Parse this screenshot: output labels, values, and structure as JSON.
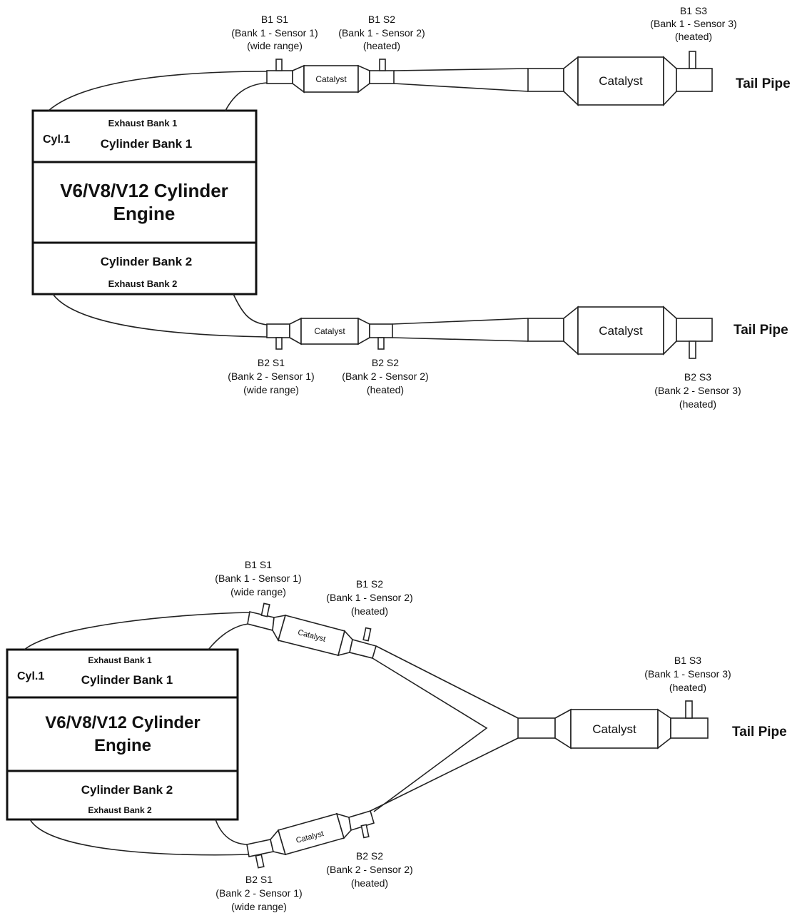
{
  "diagram1": {
    "engine": {
      "exhaust_bank_1": "Exhaust Bank 1",
      "cyl1": "Cyl.1",
      "cylinder_bank_1": "Cylinder Bank 1",
      "title_line1": "V6/V8/V12 Cylinder",
      "title_line2": "Engine",
      "cylinder_bank_2": "Cylinder Bank 2",
      "exhaust_bank_2": "Exhaust Bank 2"
    },
    "catalyst_small": "Catalyst",
    "catalyst_large": "Catalyst",
    "tail_pipe": "Tail Pipe",
    "b1s1": [
      "B1 S1",
      "(Bank 1 - Sensor 1)",
      "(wide range)"
    ],
    "b1s2": [
      "B1 S2",
      "(Bank 1 - Sensor 2)",
      "(heated)"
    ],
    "b1s3": [
      "B1 S3",
      "(Bank 1 - Sensor 3)",
      "(heated)"
    ],
    "b2s1": [
      "B2 S1",
      "(Bank 2 - Sensor 1)",
      "(wide range)"
    ],
    "b2s2": [
      "B2 S2",
      "(Bank 2 - Sensor 2)",
      "(heated)"
    ],
    "b2s3": [
      "B2 S3",
      "(Bank 2 - Sensor 3)",
      "(heated)"
    ]
  },
  "diagram2": {
    "engine": {
      "exhaust_bank_1": "Exhaust Bank 1",
      "cyl1": "Cyl.1",
      "cylinder_bank_1": "Cylinder Bank 1",
      "title_line1": "V6/V8/V12 Cylinder",
      "title_line2": "Engine",
      "cylinder_bank_2": "Cylinder Bank 2",
      "exhaust_bank_2": "Exhaust Bank 2"
    },
    "catalyst_small": "Catalyst",
    "catalyst_large": "Catalyst",
    "tail_pipe": "Tail Pipe",
    "b1s1": [
      "B1 S1",
      "(Bank 1 - Sensor 1)",
      "(wide range)"
    ],
    "b1s2": [
      "B1 S2",
      "(Bank 1 - Sensor 2)",
      "(heated)"
    ],
    "b1s3": [
      "B1 S3",
      "(Bank 1 - Sensor 3)",
      "(heated)"
    ],
    "b2s1": [
      "B2 S1",
      "(Bank 2 - Sensor 1)",
      "(wide range)"
    ],
    "b2s2": [
      "B2 S2",
      "(Bank 2 - Sensor 2)",
      "(heated)"
    ]
  }
}
